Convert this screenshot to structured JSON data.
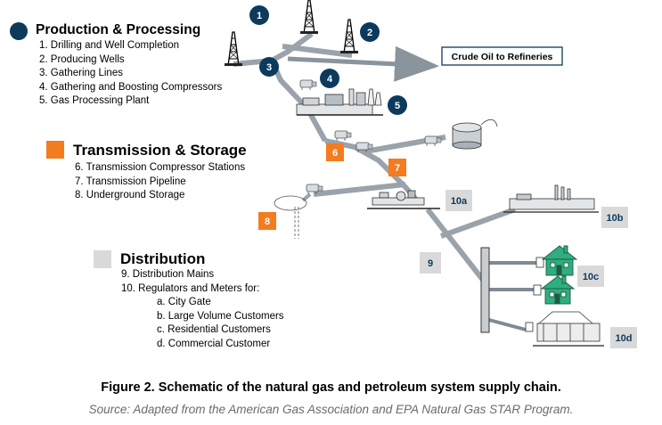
{
  "colors": {
    "production": "#0c3a5c",
    "transmission": "#f47c20",
    "distribution": "#d9d9d9",
    "line": "#9aa3ab",
    "line_dark": "#7f8a93",
    "house": "#2fae7e",
    "caption_source": "#6b6b6b"
  },
  "legend": {
    "production": {
      "title": "Production & Processing",
      "items": [
        "1.  Drilling and Well Completion",
        "2.  Producing Wells",
        "3.  Gathering Lines",
        "4.  Gathering and Boosting Compressors",
        "5.  Gas Processing Plant"
      ]
    },
    "transmission": {
      "title": "Transmission & Storage",
      "items": [
        "6.  Transmission Compressor Stations",
        "7.  Transmission Pipeline",
        "8.  Underground Storage"
      ]
    },
    "distribution": {
      "title": "Distribution",
      "items": [
        "9.   Distribution Mains",
        "10. Regulators and Meters for:"
      ],
      "subitems": [
        "a.   City Gate",
        "b.   Large Volume Customers",
        "c.   Residential Customers",
        "d.   Commercial Customer"
      ]
    }
  },
  "diagram": {
    "crude_oil_box": "Crude Oil to Refineries",
    "badges": {
      "b1": "1",
      "b2": "2",
      "b3": "3",
      "b4": "4",
      "b5": "5",
      "b6": "6",
      "b7": "7",
      "b8": "8",
      "b9": "9",
      "b10a": "10a",
      "b10b": "10b",
      "b10c": "10c",
      "b10d": "10d"
    }
  },
  "caption": {
    "title": "Figure 2. Schematic of the natural gas and petroleum system supply chain.",
    "source": "Source: Adapted from the American Gas Association and EPA Natural Gas STAR Program."
  }
}
